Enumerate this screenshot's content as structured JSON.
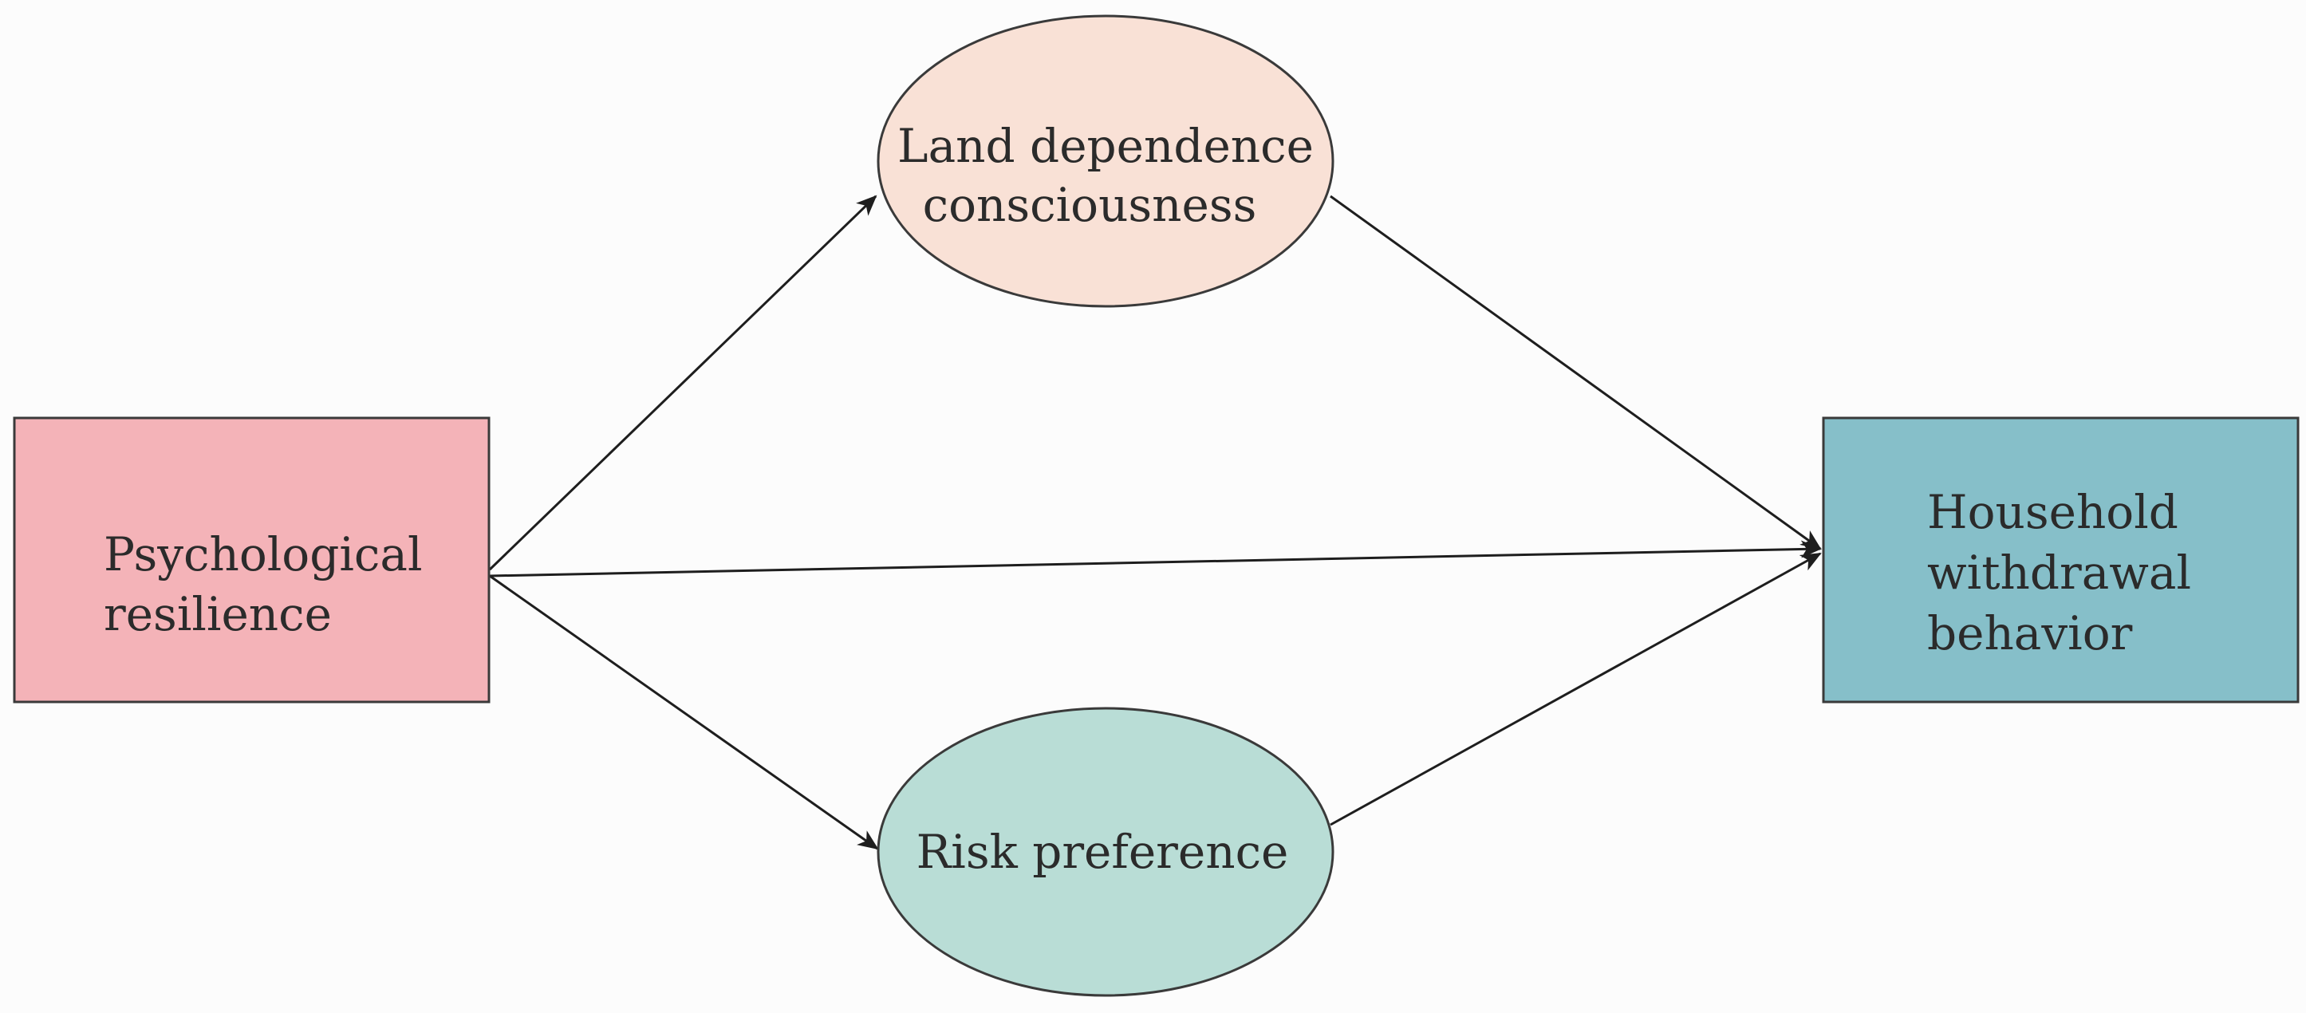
{
  "nodes": {
    "psychological_resilience": {
      "line1": "Psychological",
      "line2": "resilience",
      "fill": "#f4b3b8"
    },
    "land_dependence": {
      "line1": "Land dependence",
      "line2": "consciousness",
      "fill": "#f9e1d6"
    },
    "risk_preference": {
      "line1": "Risk preference",
      "fill": "#b9ddd6"
    },
    "household_withdrawal": {
      "line1": "Household",
      "line2": "withdrawal",
      "line3": "behavior",
      "fill": "#86bfc9"
    }
  },
  "edges": [
    {
      "from": "Psychological resilience",
      "to": "Land dependence consciousness"
    },
    {
      "from": "Psychological resilience",
      "to": "Risk preference"
    },
    {
      "from": "Psychological resilience",
      "to": "Household withdrawal behavior"
    },
    {
      "from": "Land dependence consciousness",
      "to": "Household withdrawal behavior"
    },
    {
      "from": "Risk preference",
      "to": "Household withdrawal behavior"
    }
  ]
}
